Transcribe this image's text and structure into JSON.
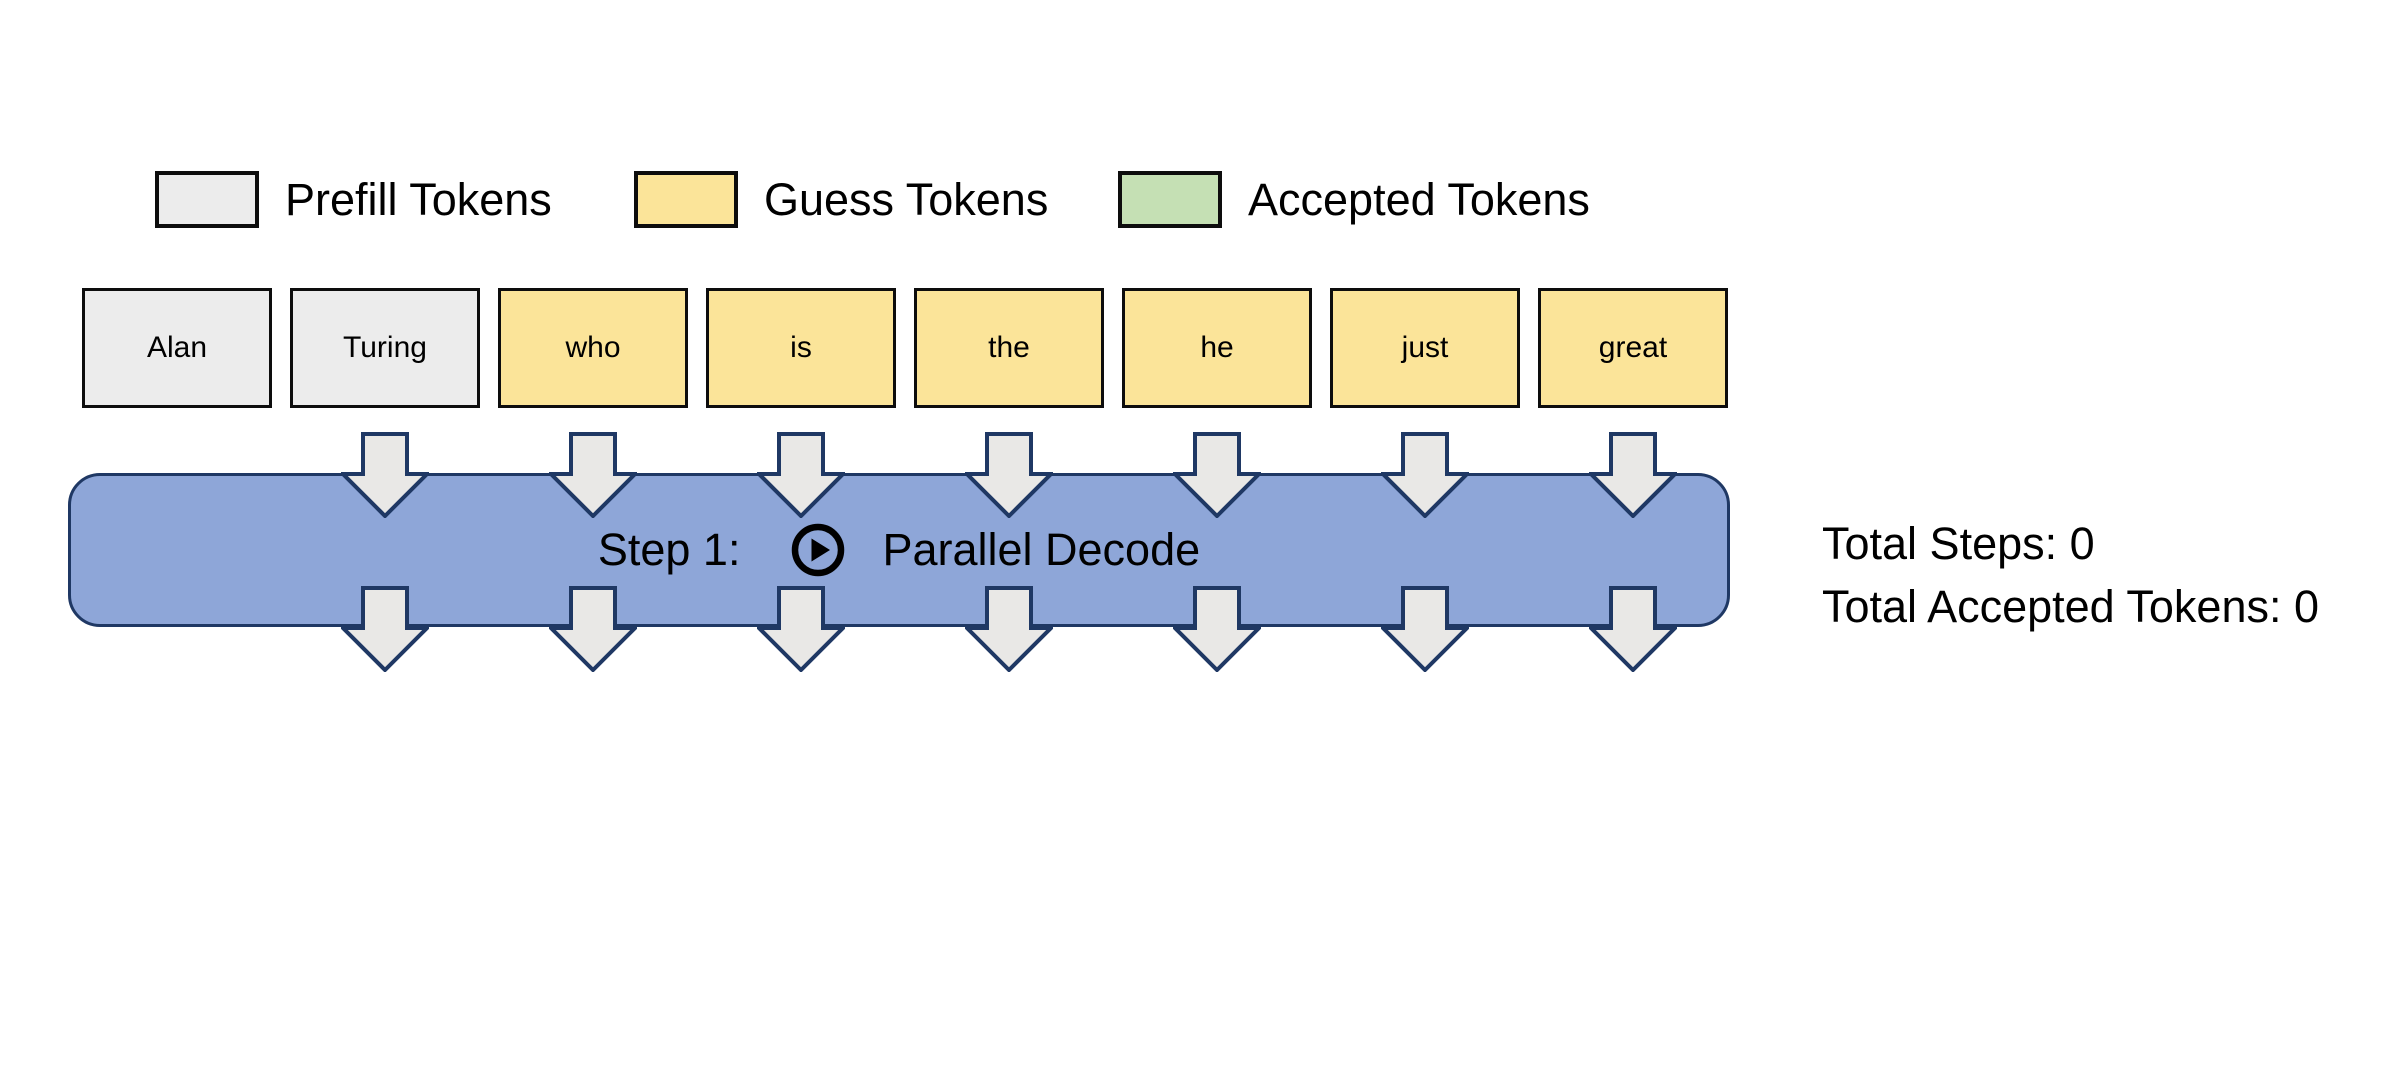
{
  "legend": {
    "items": [
      {
        "label": "Prefill Tokens",
        "type": "prefill"
      },
      {
        "label": "Guess Tokens",
        "type": "guess"
      },
      {
        "label": "Accepted Tokens",
        "type": "accepted"
      }
    ]
  },
  "tokens": [
    {
      "text": "Alan",
      "type": "prefill"
    },
    {
      "text": "Turing",
      "type": "prefill"
    },
    {
      "text": "who",
      "type": "guess"
    },
    {
      "text": "is",
      "type": "guess"
    },
    {
      "text": "the",
      "type": "guess"
    },
    {
      "text": "he",
      "type": "guess"
    },
    {
      "text": "just",
      "type": "guess"
    },
    {
      "text": "great",
      "type": "guess"
    }
  ],
  "step_box": {
    "step_label": "Step 1:",
    "action_label": "Parallel Decode",
    "icon": "play-icon",
    "fill": "#8EA6D8",
    "border": "#1F3864"
  },
  "arrows": {
    "top_count": 7,
    "bottom_count": 7,
    "fill": "#E9E8E6",
    "border": "#1F3864"
  },
  "stats": {
    "total_steps_text": "Total Steps: 0",
    "total_accepted_tokens_text": "Total Accepted Tokens: 0"
  },
  "colors": {
    "prefill": "#ECECEC",
    "guess": "#FBE499",
    "accepted": "#C5E0B4",
    "token_border": "#0D0D0D"
  }
}
